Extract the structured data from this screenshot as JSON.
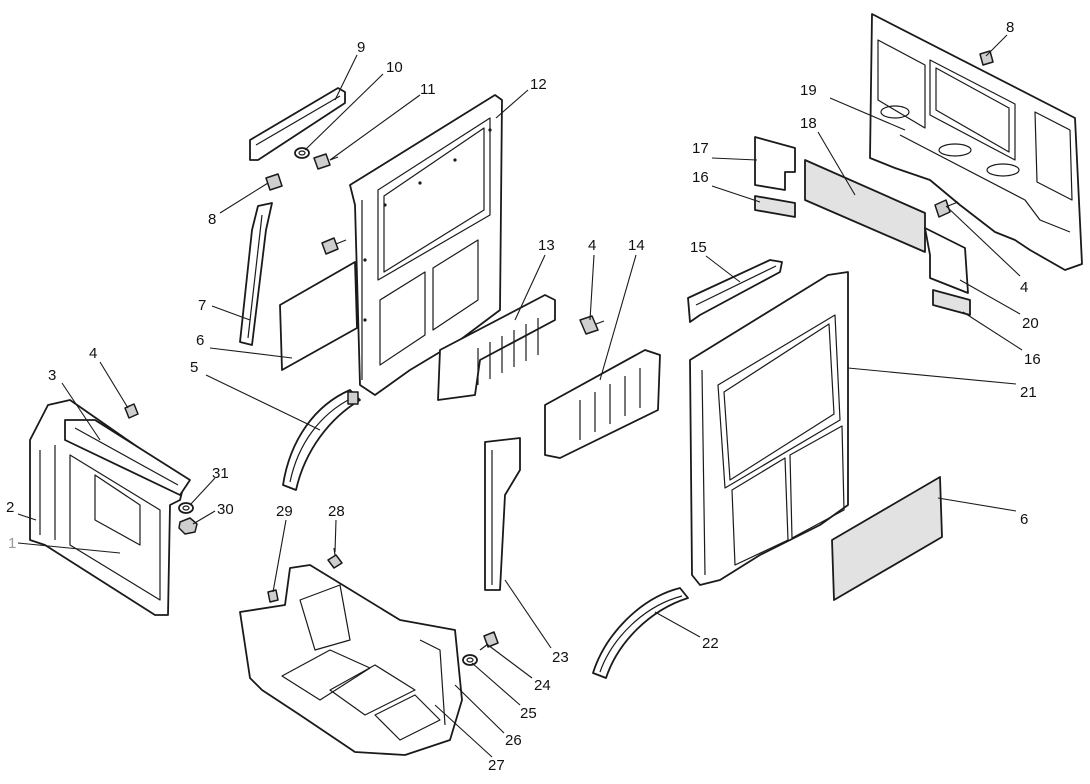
{
  "callouts": {
    "c1": "1",
    "c2": "2",
    "c3": "3",
    "c4a": "4",
    "c5": "5",
    "c6a": "6",
    "c7": "7",
    "c8a": "8",
    "c9": "9",
    "c10": "10",
    "c11": "11",
    "c12": "12",
    "c13": "13",
    "c4b": "4",
    "c14": "14",
    "c15": "15",
    "c16a": "16",
    "c17": "17",
    "c18": "18",
    "c19": "19",
    "c8b": "8",
    "c4c": "4",
    "c20": "20",
    "c16b": "16",
    "c21": "21",
    "c6b": "6",
    "c22": "22",
    "c23": "23",
    "c24": "24",
    "c25": "25",
    "c26": "26",
    "c27": "27",
    "c28": "28",
    "c29": "29",
    "c30": "30",
    "c31": "31"
  }
}
